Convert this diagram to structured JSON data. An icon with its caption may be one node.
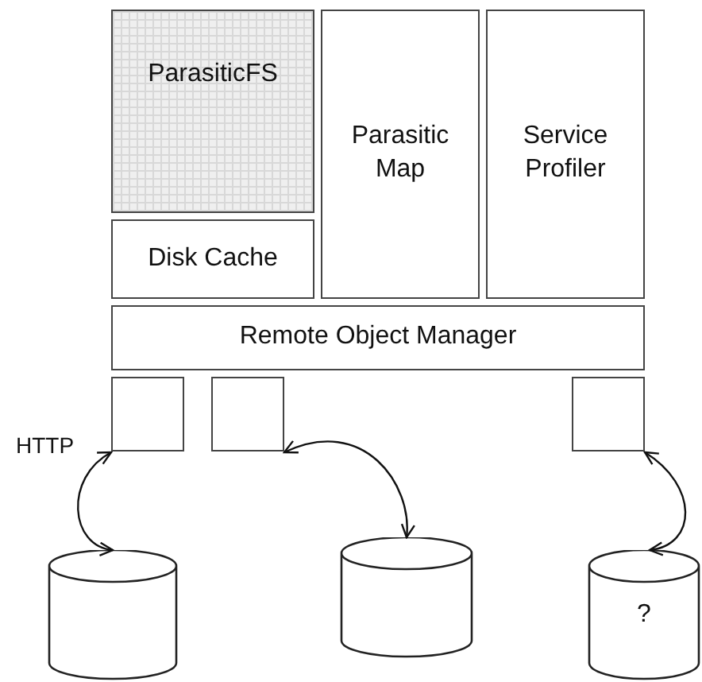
{
  "diagram": {
    "nodes": [
      {
        "text": [
          "ParasiticFS"
        ]
      },
      {
        "text": [
          "Parasitic Map"
        ]
      },
      {
        "text": [
          "Service Profiler"
        ]
      },
      {
        "text": [
          "Disk Cache"
        ]
      },
      {
        "text": [
          "Remote Object Manager"
        ]
      },
      {
        "text": [],
        "shape": "box"
      },
      {
        "text": [],
        "shape": "box"
      },
      {
        "text": [],
        "shape": "box"
      },
      {
        "text": [],
        "shape": "cylinder"
      },
      {
        "text": [],
        "shape": "cylinder"
      },
      {
        "text": [
          "?"
        ]
      }
    ],
    "edges": [
      {
        "from": 5,
        "to": 8,
        "arrow": "both",
        "label": "HTTP"
      },
      {
        "from": 6,
        "to": 9,
        "arrow": "both"
      },
      {
        "from": 7,
        "to": 10,
        "arrow": "both"
      }
    ]
  }
}
